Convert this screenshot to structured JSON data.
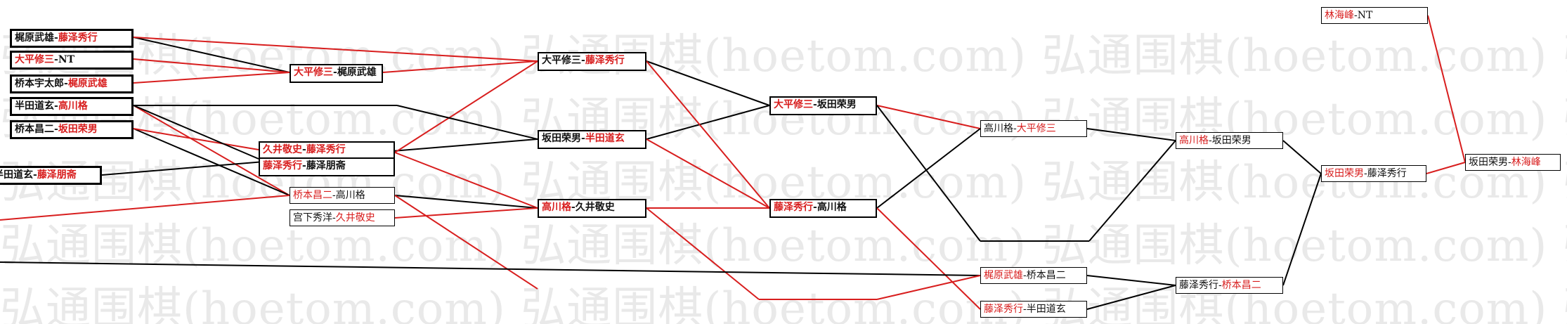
{
  "watermark": "弘通围棋(hoetom.com) 弘通围棋(hoetom.com) 弘通围棋(hoetom.com) 弘通围棋(hoetom.com) 弘通围棋(hoetom.com)",
  "colors": {
    "winner_text": "#d81e1e",
    "win_line": "#d81e1e",
    "loss_line": "#000000"
  },
  "nodes": {
    "r1_1": {
      "a": "梶原武雄",
      "b": "藤泽秀行"
    },
    "r1_2": {
      "a": "大平修三",
      "b": "NT"
    },
    "r1_3": {
      "a": "桥本宇太郎",
      "b": "梶原武雄"
    },
    "r1_4": {
      "a": "半田道玄",
      "b": "高川格"
    },
    "r1_5": {
      "a": "桥本昌二",
      "b": "坂田荣男"
    },
    "r1_6": {
      "a": "半田道玄",
      "b": "藤泽朋斋"
    },
    "r2_1": {
      "a": "大平修三",
      "b": "梶原武雄"
    },
    "r2_2a": {
      "a": "久井敬史",
      "b": "藤泽秀行"
    },
    "r2_2b": {
      "a": "藤泽秀行",
      "b": "藤泽朋斋"
    },
    "r2_3": {
      "a": "桥本昌二",
      "b": "高川格"
    },
    "r2_4": {
      "a": "宫下秀洋",
      "b": "久井敬史"
    },
    "r3_1": {
      "a": "大平修三",
      "b": "藤泽秀行"
    },
    "r3_2": {
      "a": "坂田荣男",
      "b": "半田道玄"
    },
    "r3_3": {
      "a": "高川格",
      "b": "久井敬史"
    },
    "r4_1": {
      "a": "大平修三",
      "b": "坂田荣男"
    },
    "r4_2": {
      "a": "藤泽秀行",
      "b": "高川格"
    },
    "r5_1": {
      "a": "高川格",
      "b": "大平修三"
    },
    "r5_2": {
      "a": "梶原武雄",
      "b": "桥本昌二"
    },
    "r5_3": {
      "a": "藤泽秀行",
      "b": "半田道玄"
    },
    "r6_1": {
      "a": "高川格",
      "b": "坂田荣男"
    },
    "r6_2": {
      "a": "藤泽秀行",
      "b": "桥本昌二"
    },
    "r7_1": {
      "a": "坂田荣男",
      "b": "藤泽秀行"
    },
    "r7_top": {
      "a": "林海峰",
      "b": "NT"
    },
    "final": {
      "a": "坂田荣男",
      "b": "林海峰"
    }
  }
}
